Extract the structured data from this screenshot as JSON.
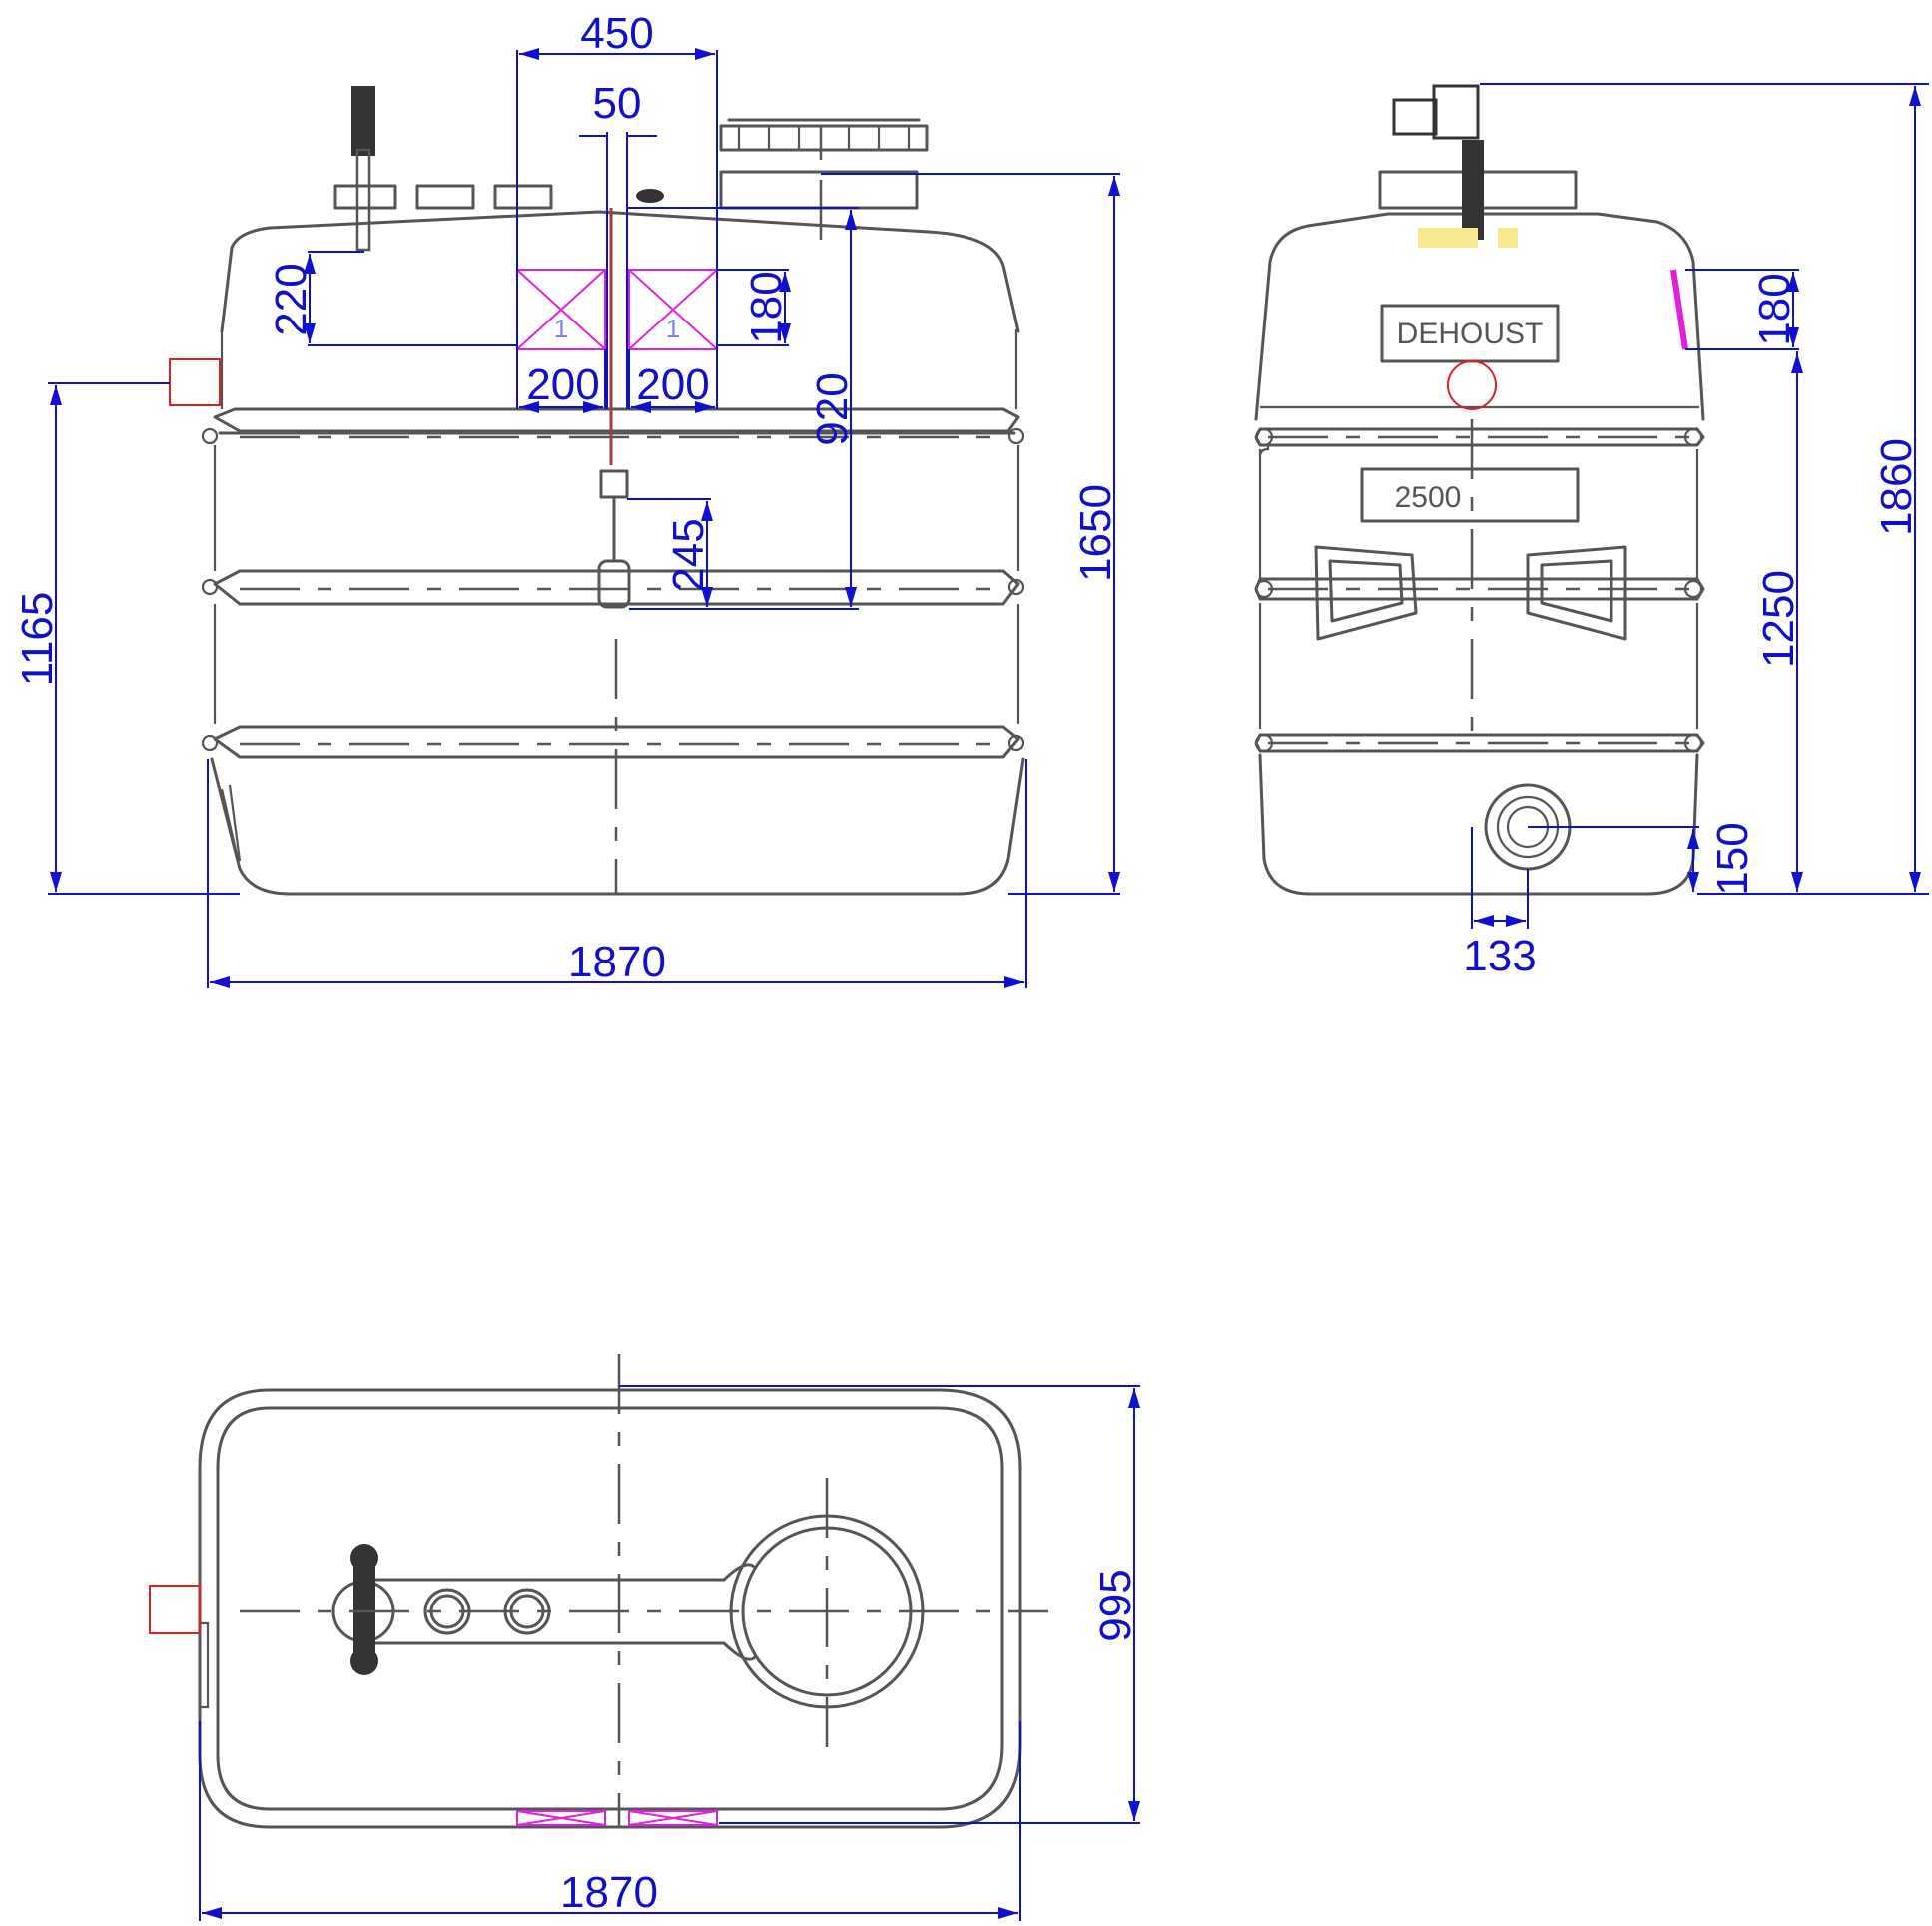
{
  "front_view": {
    "dims": {
      "width_450": "450",
      "width_50": "50",
      "h_220": "220",
      "h_180": "180",
      "w_200_left": "200",
      "w_200_right": "200",
      "h_920": "920",
      "h_245": "245",
      "h_1650": "1650",
      "h_1165": "1165",
      "w_1870": "1870"
    },
    "markers": [
      "1",
      "1"
    ]
  },
  "side_view": {
    "brand_label": "DEHOUST",
    "volume_label": "2500",
    "dims": {
      "h_180": "180",
      "h_1860": "1860",
      "h_1250": "1250",
      "h_150": "150",
      "w_133": "133"
    }
  },
  "top_view": {
    "dims": {
      "h_995": "995",
      "w_1870": "1870"
    }
  },
  "colors": {
    "dimension": "#1010d0",
    "outline": "#555555",
    "marker": "#e020e0",
    "highlight": "#e02020",
    "accent_yellow": "#f8e890"
  }
}
